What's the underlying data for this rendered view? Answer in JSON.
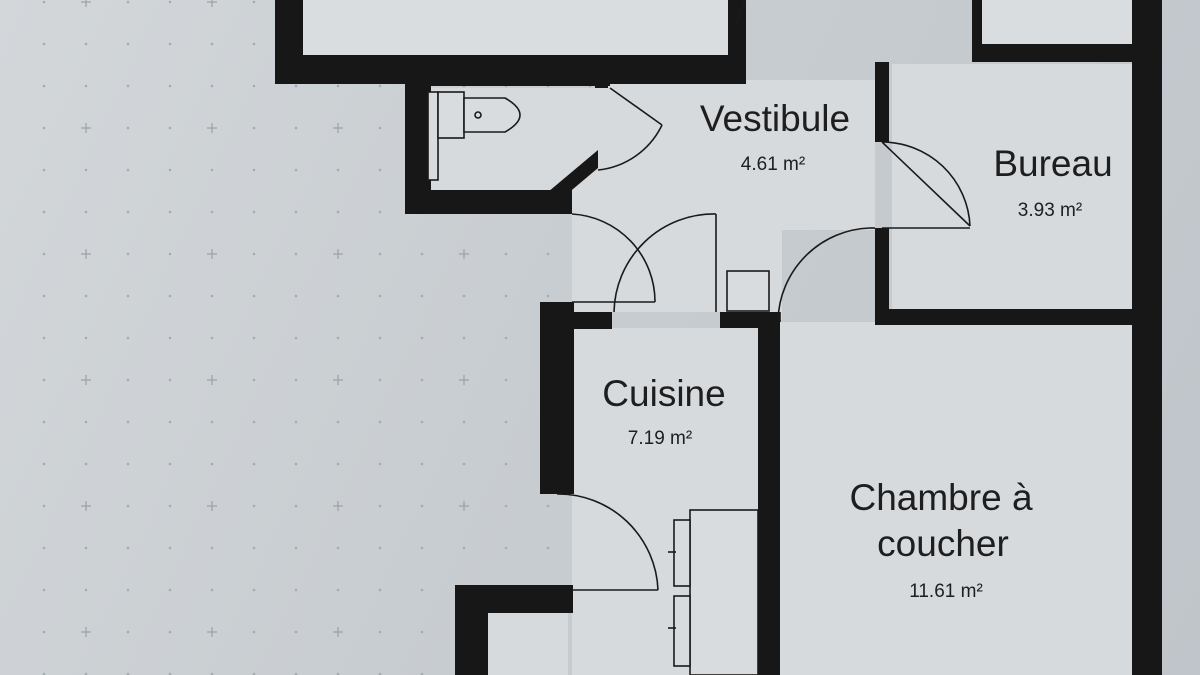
{
  "rooms": [
    {
      "id": "vestibule",
      "label": "Vestibule",
      "area": "4.61 m²"
    },
    {
      "id": "bureau",
      "label": "Bureau",
      "area": "3.93 m²"
    },
    {
      "id": "cuisine",
      "label": "Cuisine",
      "area": "7.19 m²"
    },
    {
      "id": "chambre",
      "label_lines": [
        "Chambre à",
        "coucher"
      ],
      "area": "11.61 m²"
    }
  ],
  "colors": {
    "wall": "#171717",
    "floor": "#d2d6d9",
    "paper": "#c8cdd1",
    "line": "#1a1a1a"
  }
}
